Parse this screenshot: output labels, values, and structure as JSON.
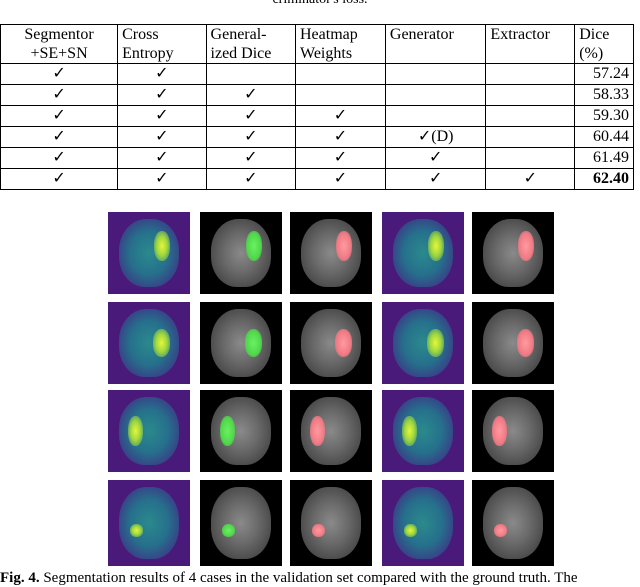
{
  "caption_top": "criminator's loss.",
  "table": {
    "headers": [
      [
        "Segmentor",
        "+SE+SN"
      ],
      [
        "Cross",
        "Entropy"
      ],
      [
        "General-",
        "ized Dice"
      ],
      [
        "Heatmap",
        "Weights"
      ],
      [
        "Generator",
        ""
      ],
      [
        "Extractor",
        ""
      ],
      [
        "Dice",
        "(%)"
      ]
    ],
    "rows": [
      [
        "✓",
        "✓",
        "",
        "",
        "",
        "",
        "57.24"
      ],
      [
        "✓",
        "✓",
        "✓",
        "",
        "",
        "",
        "58.33"
      ],
      [
        "✓",
        "✓",
        "✓",
        "✓",
        "",
        "",
        "59.30"
      ],
      [
        "✓",
        "✓",
        "✓",
        "✓",
        "✓(D)",
        "",
        "60.44"
      ],
      [
        "✓",
        "✓",
        "✓",
        "✓",
        "✓",
        "",
        "61.49"
      ],
      [
        "✓",
        "✓",
        "✓",
        "✓",
        "✓",
        "✓",
        "62.40"
      ]
    ],
    "bold_row": 5
  },
  "figure": {
    "caption_label": "Fig. 4.",
    "caption_text": " Segmentation results of 4 cases in the validation set compared with the ground truth. The"
  }
}
